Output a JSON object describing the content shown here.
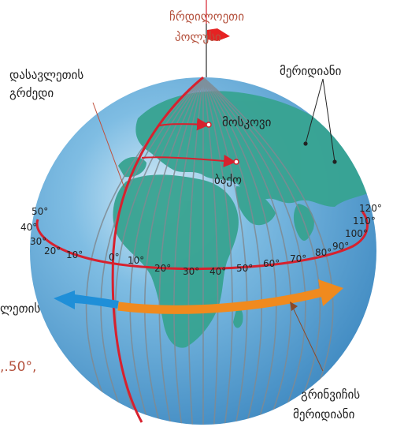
{
  "labels": {
    "north_pole_line1": "ჩრდილოეთი",
    "north_pole_line2": "პოლუსი",
    "west_longitude_line1": "დასავლეთის",
    "west_longitude_line2": "გრძედი",
    "meridians": "მერიდიანი",
    "moscow": "მოსკოვი",
    "baku": "ბაქო",
    "west_partial": "ლეთის",
    "greenwich_line1": "გრინვიჩის",
    "greenwich_line2": "მერიდიანი",
    "partial_degrees": ",.50°,"
  },
  "degree_labels": {
    "west": [
      "50°",
      "40°",
      "30°",
      "20°",
      "10°"
    ],
    "east": [
      "0°",
      "10°",
      "20°",
      "30°",
      "40°",
      "50°",
      "60°",
      "70°",
      "80°",
      "90°",
      "100°",
      "110°",
      "120°"
    ]
  },
  "colors": {
    "ocean": "#4f9ed0",
    "land": "#37a391",
    "red": "#d7212e",
    "blue_arrow": "#1f8fd8",
    "orange_arrow": "#f08a1e",
    "label_red": "#b5533f",
    "text": "#222222"
  }
}
